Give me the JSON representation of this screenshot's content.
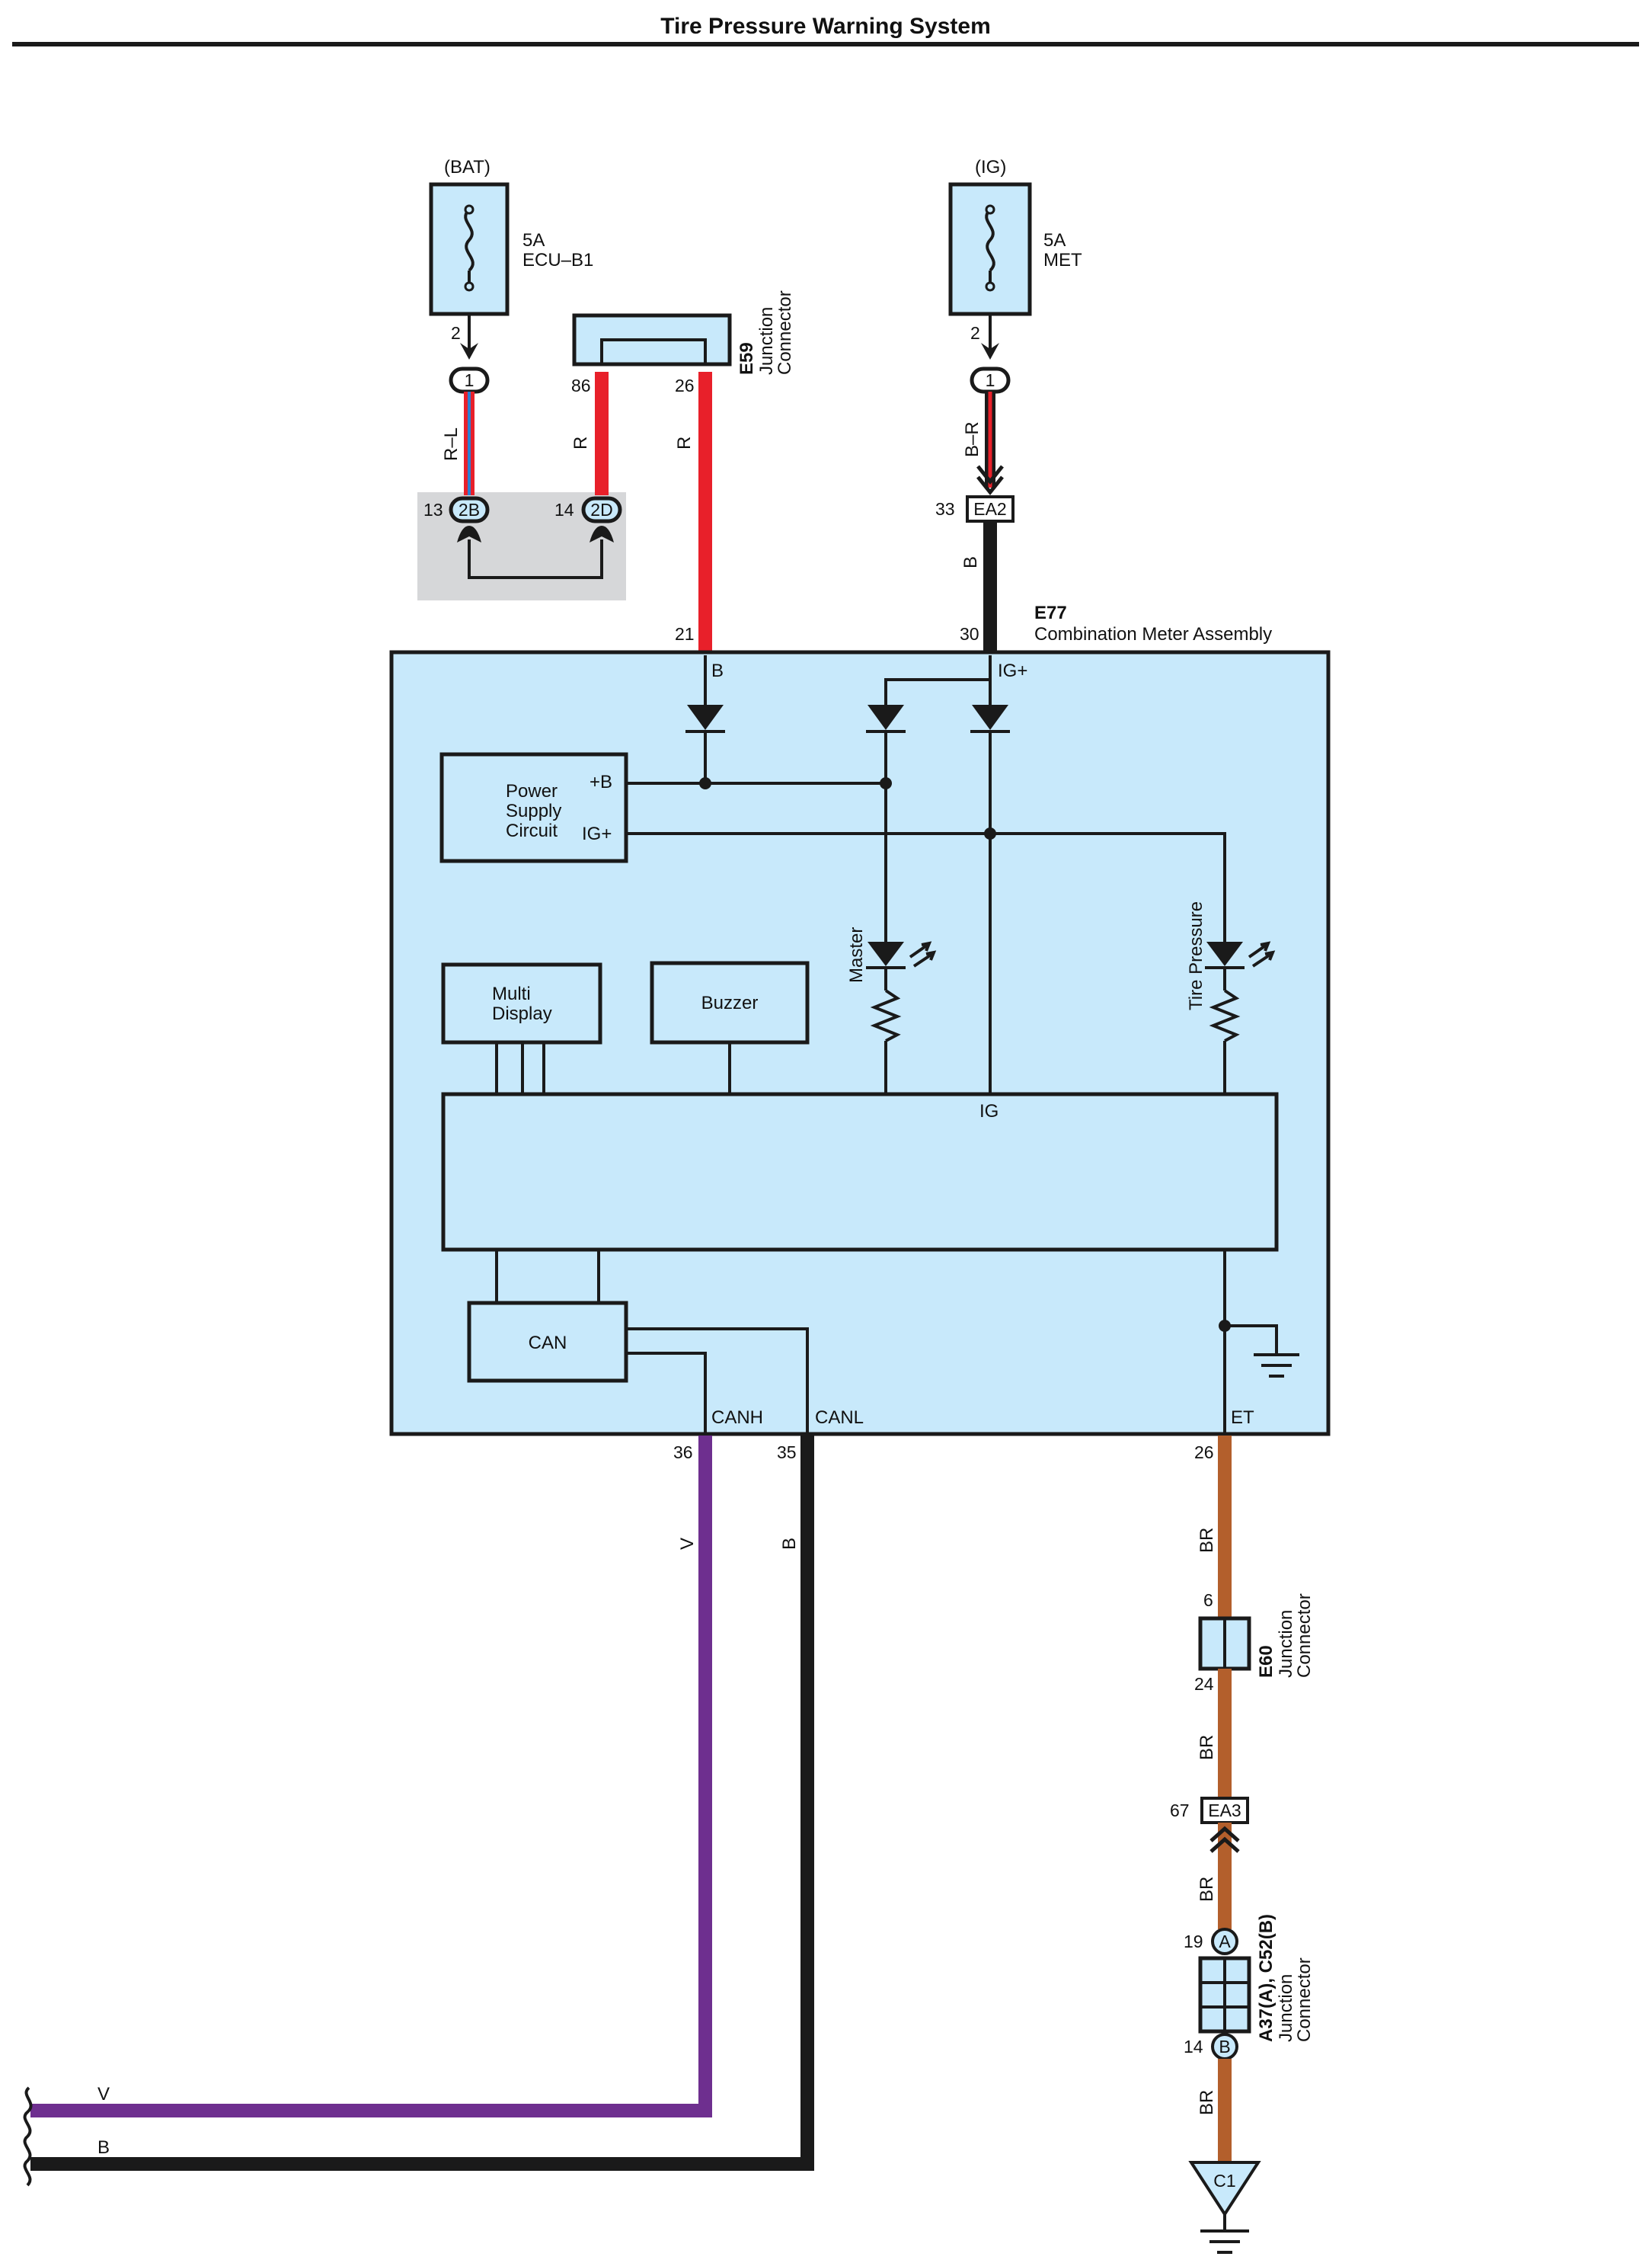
{
  "title": "Tire Pressure Warning System",
  "fuses": {
    "bat": {
      "source": "(BAT)",
      "rating": "5A",
      "name": "ECU–B1",
      "pin": "2"
    },
    "ig": {
      "source": "(IG)",
      "rating": "5A",
      "name": "MET",
      "pin": "2"
    }
  },
  "connectors": {
    "bat_plug": "1",
    "ig_plug": "1",
    "c2b_pin": "13",
    "c2b_label": "2B",
    "c2d_pin": "14",
    "c2d_label": "2D",
    "ea2_pin": "33",
    "ea2_label": "EA2",
    "ea3_pin": "67",
    "ea3_label": "EA3",
    "a37_pin": "19",
    "a37_letter": "A",
    "c52_pin": "14",
    "c52_letter": "B",
    "ground_c1": "C1"
  },
  "e59": {
    "id": "E59",
    "desc_1": "Junction",
    "desc_2": "Connector",
    "pin_a": "86",
    "pin_b": "26"
  },
  "e60": {
    "id": "E60",
    "desc_1": "Junction",
    "desc_2": "Connector",
    "pin_top": "6",
    "pin_bottom": "24"
  },
  "a37c52": {
    "id": "A37(A), C52(B)",
    "desc_1": "Junction",
    "desc_2": "Connector"
  },
  "e77": {
    "id": "E77",
    "name": "Combination Meter Assembly",
    "pin_b": "21",
    "term_b": "B",
    "pin_ig": "30",
    "term_ig": "IG+",
    "pin_canh": "36",
    "term_canh": "CANH",
    "pin_canl": "35",
    "term_canl": "CANL",
    "pin_et": "26",
    "term_et": "ET"
  },
  "internal": {
    "power_supply": [
      "Power",
      "Supply",
      "Circuit"
    ],
    "ps_plus_b": "+B",
    "ps_ig_plus": "IG+",
    "multi_display": [
      "Multi",
      "Display"
    ],
    "buzzer": "Buzzer",
    "master": "Master",
    "tire_pressure": "Tire Pressure",
    "ig": "IG",
    "can": "CAN"
  },
  "wires": {
    "r_l": "R–L",
    "r1": "R",
    "r2": "R",
    "b_r": "B–R",
    "b_ig": "B",
    "v": "V",
    "b_canl": "B",
    "br1": "BR",
    "br2": "BR",
    "br3": "BR",
    "br4": "BR",
    "bus_v": "V",
    "bus_b": "B"
  },
  "colors": {
    "red": "#e8202a",
    "blue": "#2e7fd1",
    "black": "#1a1a1a",
    "violet": "#6e2f8f",
    "brown": "#b35f2c",
    "module_fill": "#c8e9fb",
    "splice_gray": "#d6d7d9"
  }
}
